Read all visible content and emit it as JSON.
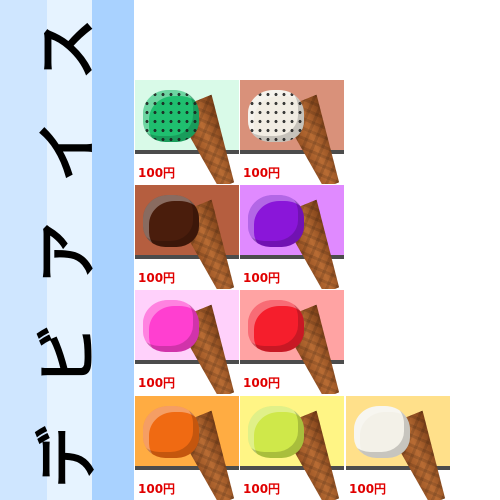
{
  "title_chars": [
    "ス",
    "イ",
    "ア",
    "ビ",
    "デ"
  ],
  "items": [
    {
      "id": "mint-chip",
      "bg": "#d9fae8",
      "scoop": "#1fbf6f",
      "chips": true,
      "price": "100円"
    },
    {
      "id": "cookies-cream",
      "bg": "#d9917a",
      "scoop": "#f2ede3",
      "chips": true,
      "price": "100円"
    },
    {
      "id": "chocolate",
      "bg": "#b55e3f",
      "scoop": "#4a1d0c",
      "chips": false,
      "price": "100円"
    },
    {
      "id": "grape",
      "bg": "#e08aff",
      "scoop": "#8a16d9",
      "chips": false,
      "price": "100円"
    },
    {
      "id": "strawberry-pink",
      "bg": "#ffd1fb",
      "scoop": "#ff3fd0",
      "chips": false,
      "price": "100円"
    },
    {
      "id": "strawberry-red",
      "bg": "#ffa3a3",
      "scoop": "#f51e2c",
      "chips": false,
      "price": "100円"
    },
    {
      "id": "orange",
      "bg": "#ffac42",
      "scoop": "#f06a12",
      "chips": false,
      "price": "100円"
    },
    {
      "id": "lemon-lime",
      "bg": "#fff585",
      "scoop": "#cfe84a",
      "chips": false,
      "price": "100円"
    },
    {
      "id": "vanilla",
      "bg": "#ffe08a",
      "scoop": "#f3f1e8",
      "chips": false,
      "price": "100円"
    }
  ]
}
